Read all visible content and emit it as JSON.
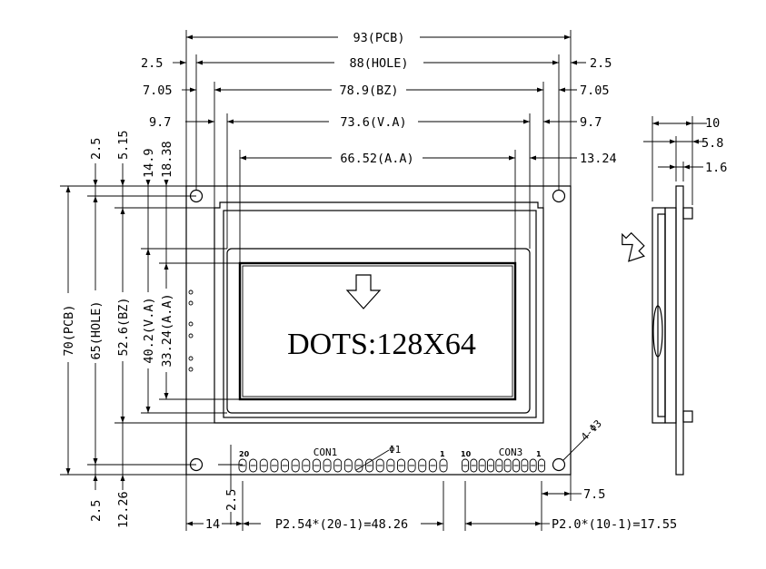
{
  "top_dims": {
    "pcb": "93(PCB)",
    "hole": "88(HOLE)",
    "bz": "78.9(BZ)",
    "va": "73.6(V.A)",
    "aa": "66.52(A.A)",
    "left_hole_offset": "2.5",
    "right_hole_offset": "2.5",
    "left_bz_offset": "7.05",
    "right_bz_offset": "7.05",
    "left_va_offset": "9.7",
    "right_va_offset": "9.7",
    "right_aa_offset": "13.24"
  },
  "left_dims": {
    "pcb": "70(PCB)",
    "hole": "65(HOLE)",
    "bz": "52.6(BZ)",
    "va": "40.2(V.A)",
    "aa": "33.24(A.A)",
    "top_hole_offset": "2.5",
    "top_bz_offset": "5.15",
    "top_va_offset": "14.9",
    "top_aa_offset": "18.38",
    "bottom_hole_offset": "2.5",
    "bottom_bz_offset": "12.26"
  },
  "bottom_dims": {
    "con1_offset": "14",
    "con1_edge_offset": "2.5",
    "con1_pitch": "P2.54*(20-1)=48.26",
    "con3_pitch": "P2.0*(10-1)=17.55",
    "con3_offset": "7.5"
  },
  "connectors": {
    "con1_label": "CON1",
    "con1_pin_first": "20",
    "con1_pin_last": "1",
    "con1_hole": "Φ1",
    "con3_label": "CON3",
    "con3_pin_first": "10",
    "con3_pin_last": "1",
    "mount_holes": "4-Φ3"
  },
  "display": {
    "text": "DOTS:128X64"
  },
  "side_view": {
    "total": "10",
    "module": "5.8",
    "pcb": "1.6"
  }
}
